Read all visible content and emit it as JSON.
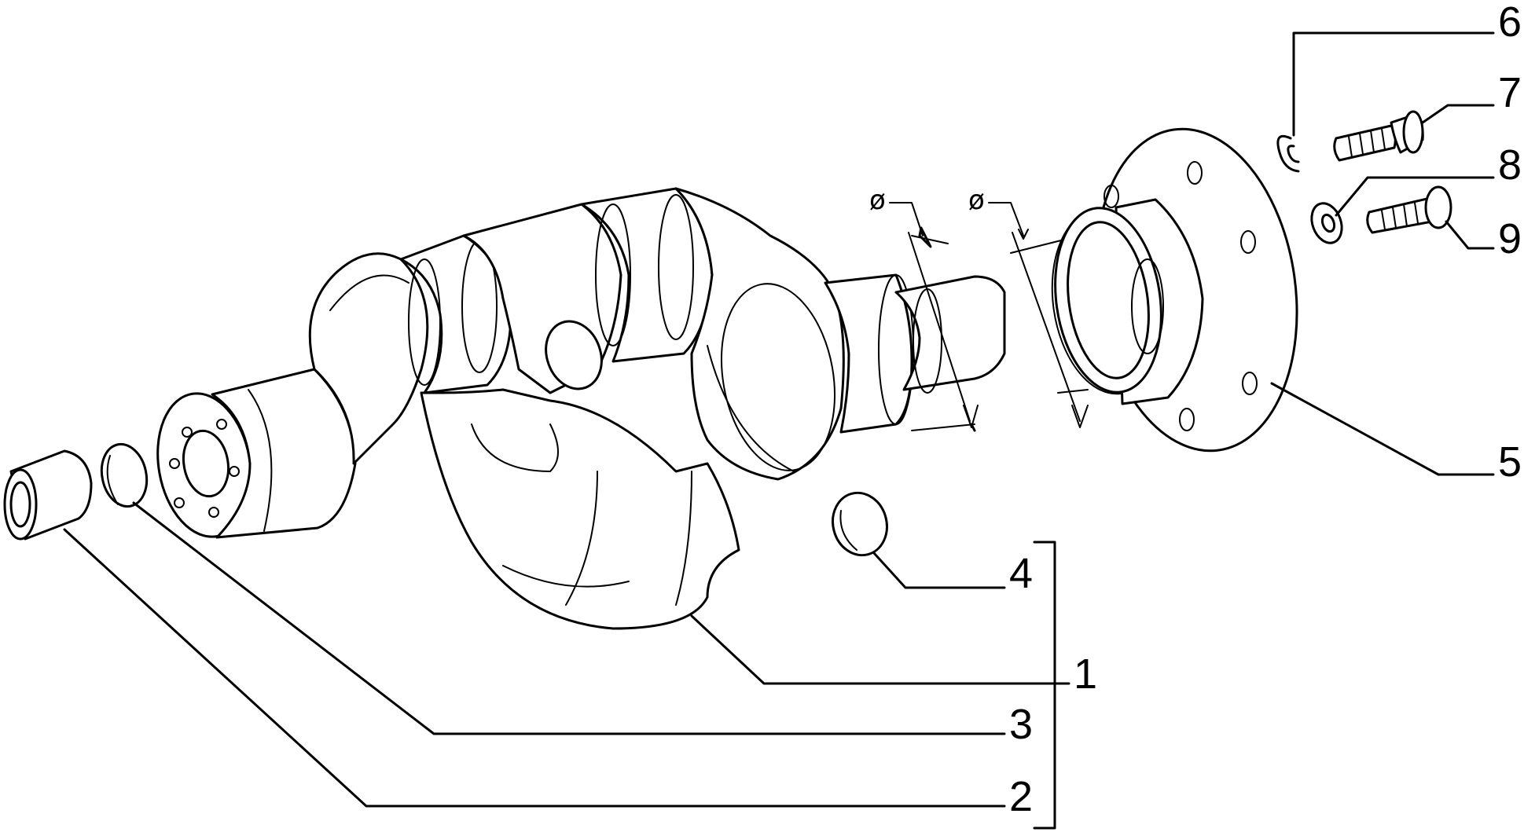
{
  "diagram": {
    "callouts": [
      {
        "id": "1",
        "label": "1"
      },
      {
        "id": "2",
        "label": "2"
      },
      {
        "id": "3",
        "label": "3"
      },
      {
        "id": "4",
        "label": "4"
      },
      {
        "id": "5",
        "label": "5"
      },
      {
        "id": "6",
        "label": "6"
      },
      {
        "id": "7",
        "label": "7"
      },
      {
        "id": "8",
        "label": "8"
      },
      {
        "id": "9",
        "label": "9"
      }
    ],
    "diameter_marks": [
      "ø",
      "ø"
    ]
  }
}
